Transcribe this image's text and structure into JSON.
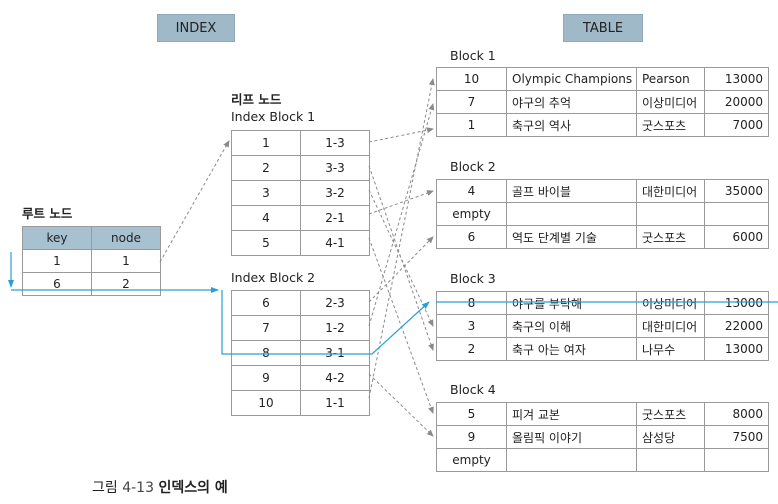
{
  "labels": {
    "index": "INDEX",
    "table": "TABLE",
    "leaf_node": "리프 노드",
    "index_block_1": "Index Block 1",
    "index_block_2": "Index Block 2",
    "root_node": "루트 노드",
    "block_1": "Block 1",
    "block_2": "Block 2",
    "block_3": "Block 3",
    "block_4": "Block 4"
  },
  "root_table": {
    "headers": [
      "key",
      "node"
    ],
    "rows": [
      [
        "1",
        "1"
      ],
      [
        "6",
        "2"
      ]
    ]
  },
  "index_block_1": [
    [
      "1",
      "1-3"
    ],
    [
      "2",
      "3-3"
    ],
    [
      "3",
      "3-2"
    ],
    [
      "4",
      "2-1"
    ],
    [
      "5",
      "4-1"
    ]
  ],
  "index_block_2": [
    [
      "6",
      "2-3"
    ],
    [
      "7",
      "1-2"
    ],
    [
      "8",
      "3-1"
    ],
    [
      "9",
      "4-2"
    ],
    [
      "10",
      "1-1"
    ]
  ],
  "blocks": [
    [
      [
        "10",
        "Olympic Champions",
        "Pearson",
        "13000"
      ],
      [
        "7",
        "야구의 추억",
        "이상미디어",
        "20000"
      ],
      [
        "1",
        "축구의 역사",
        "굿스포츠",
        "7000"
      ]
    ],
    [
      [
        "4",
        "골프 바이블",
        "대한미디어",
        "35000"
      ],
      [
        "empty",
        "",
        "",
        ""
      ],
      [
        "6",
        "역도 단계별 기술",
        "굿스포츠",
        "6000"
      ]
    ],
    [
      [
        "8",
        "야구를 부탁해",
        "이상미디어",
        "13000"
      ],
      [
        "3",
        "축구의 이해",
        "대한미디어",
        "22000"
      ],
      [
        "2",
        "축구 아는 여자",
        "나무수",
        "13000"
      ]
    ],
    [
      [
        "5",
        "피겨 교본",
        "굿스포츠",
        "8000"
      ],
      [
        "9",
        "올림픽 이야기",
        "삼성당",
        "7500"
      ],
      [
        "empty",
        "",
        "",
        ""
      ]
    ]
  ],
  "caption": {
    "prefix": "그림 ",
    "number": "4-13",
    "title": "인덱스의 예"
  },
  "colors": {
    "arrow_dashed": "#8a8a8a",
    "search_path": "#2a9fd6",
    "header_fill": "#9fb9c9"
  }
}
